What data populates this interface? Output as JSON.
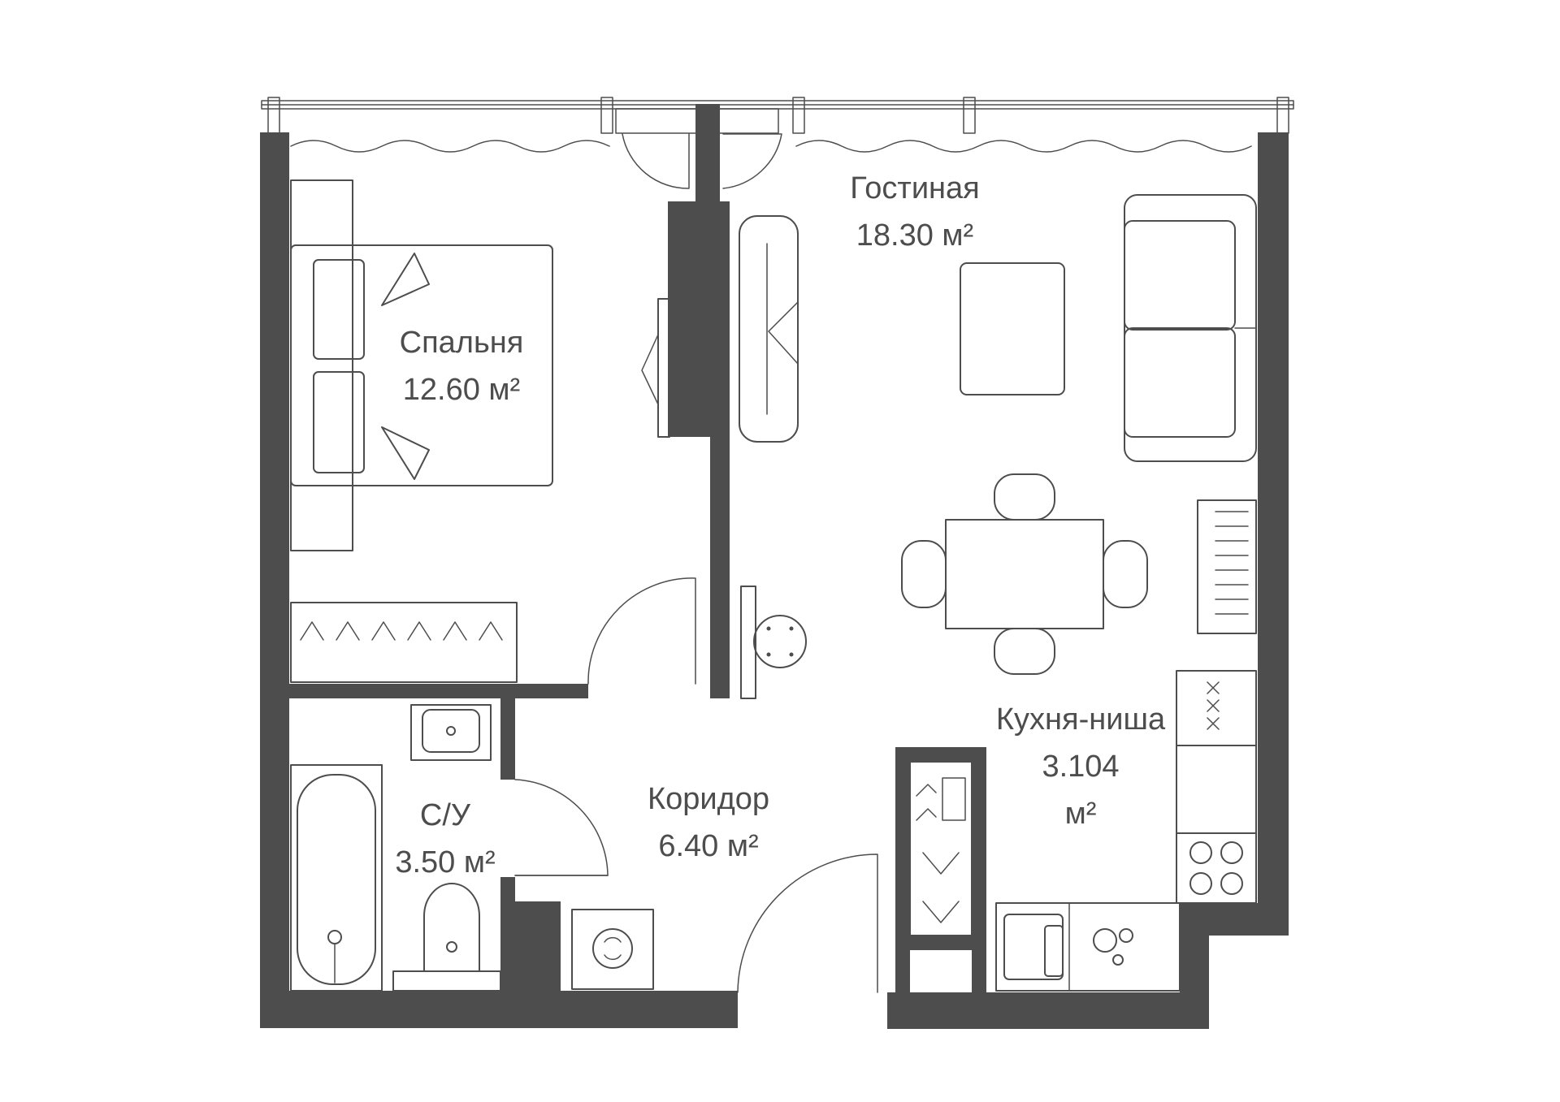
{
  "rooms": {
    "bedroom": {
      "name": "Спальня",
      "area": "12.60 м²"
    },
    "living": {
      "name": "Гостиная",
      "area": "18.30 м²"
    },
    "kitchen": {
      "name": "Кухня-ниша",
      "area_line1": "3.104",
      "area_line2": "м²"
    },
    "corridor": {
      "name": "Коридор",
      "area": "6.40 м²"
    },
    "bathroom": {
      "name": "С/У",
      "area": "3.50 м²"
    }
  }
}
